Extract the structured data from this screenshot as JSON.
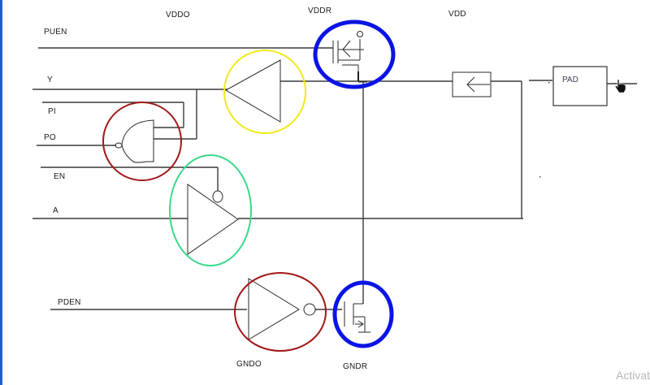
{
  "diagram": {
    "title": "I/O pad cell schematic",
    "supply_labels": {
      "vddo": "VDDO",
      "vddr": "VDDR",
      "vdd": "VDD",
      "gndo": "GNDO",
      "gndr": "GNDR"
    },
    "signal_labels": {
      "puen": "PUEN",
      "y": "Y",
      "pi": "PI",
      "po": "PO",
      "en": "EN",
      "a": "A",
      "pden": "PDEN"
    },
    "pad_label": "PAD",
    "components": [
      {
        "id": "pmos-pullup",
        "type": "PMOS transistor",
        "highlight": "blue"
      },
      {
        "id": "input-buffer",
        "type": "buffer",
        "highlight": "yellow"
      },
      {
        "id": "nand-gate",
        "type": "NAND gate with inverted input",
        "highlight": "red"
      },
      {
        "id": "tristate-buffer",
        "type": "tristate buffer (active-low enable)",
        "highlight": "green"
      },
      {
        "id": "pden-inverter",
        "type": "inverter",
        "highlight": "red"
      },
      {
        "id": "nmos-pulldown",
        "type": "NMOS transistor",
        "highlight": "blue"
      },
      {
        "id": "resistor-block",
        "type": "series block with arrow",
        "highlight": "none"
      },
      {
        "id": "pad",
        "type": "pad",
        "highlight": "none"
      }
    ],
    "highlight_colors": {
      "blue": "#0a14e6",
      "yellow": "#f2e81e",
      "red": "#a01818",
      "green": "#3ad88a",
      "wire": "#3a3a3a"
    }
  },
  "watermark": "Activat"
}
